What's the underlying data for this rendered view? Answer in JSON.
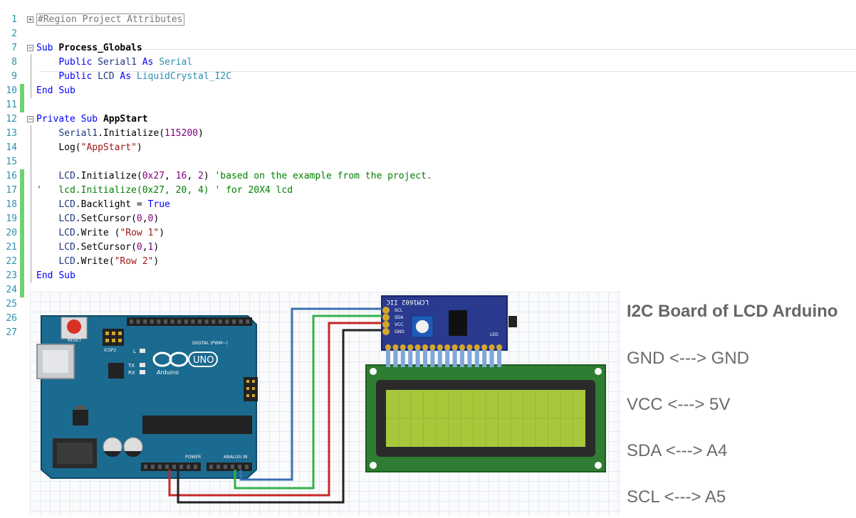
{
  "editor": {
    "lines": [
      {
        "n": "1"
      },
      {
        "n": "2"
      },
      {
        "n": "7"
      },
      {
        "n": "8"
      },
      {
        "n": "9"
      },
      {
        "n": "10"
      },
      {
        "n": "11"
      },
      {
        "n": "12"
      },
      {
        "n": "13"
      },
      {
        "n": "14"
      },
      {
        "n": "15"
      },
      {
        "n": "16"
      },
      {
        "n": "17"
      },
      {
        "n": "18"
      },
      {
        "n": "19"
      },
      {
        "n": "20"
      },
      {
        "n": "21"
      },
      {
        "n": "22"
      },
      {
        "n": "23"
      },
      {
        "n": "24"
      },
      {
        "n": "25"
      },
      {
        "n": "26"
      },
      {
        "n": "27"
      }
    ],
    "region_label": "#Region Project Attributes",
    "kw_sub": "Sub",
    "kw_end": "End",
    "kw_public": "Public",
    "kw_private": "Private",
    "kw_as": "As",
    "proc_globals": "Process_Globals",
    "proc_appstart": "AppStart",
    "var_serial1": "Serial1",
    "type_serial": "Serial",
    "var_lcd": "LCD",
    "type_lcd": "LiquidCrystal_I2C",
    "l14_obj": "Serial1",
    "l14_call": ".Initialize(",
    "l14_num": "115200",
    "l14_close": ")",
    "l15_call": "Log(",
    "l15_str": "\"AppStart\"",
    "l15_close": ")",
    "l17_obj": "LCD",
    "l17_call": ".Initialize(",
    "l17_num1": "0x27",
    "l17_sep1": ", ",
    "l17_num2": "16",
    "l17_sep2": ", ",
    "l17_num3": "2",
    "l17_close": ") ",
    "l17_comment": "'based on the example from the project.",
    "l18_comment": "'   lcd.Initialize(0x27, 20, 4) ' for 20X4 lcd",
    "l19_obj": "LCD",
    "l19_rest": ".Backlight = ",
    "l19_kw": "True",
    "l20_obj": "LCD",
    "l20_call": ".SetCursor(",
    "l20_a": "0",
    "l20_sep": ",",
    "l20_b": "0",
    "l20_close": ")",
    "l21_obj": "LCD",
    "l21_call": ".Write (",
    "l21_str": "\"Row 1\"",
    "l21_close": ")",
    "l22_obj": "LCD",
    "l22_call": ".SetCursor(",
    "l22_a": "0",
    "l22_sep": ",",
    "l22_b": "1",
    "l22_close": ")",
    "l23_obj": "LCD",
    "l23_call": ".Write(",
    "l23_str": "\"Row 2\"",
    "l23_close": ")"
  },
  "diagram": {
    "arduino_board": "UNO",
    "arduino_brand": "Arduino",
    "arduino_reset": "RESET",
    "arduino_icsp": "ICSP2",
    "arduino_digital": "DIGITAL (PWM~)",
    "arduino_power": "POWER",
    "arduino_analog": "ANALOG IN",
    "arduino_led_l": "L",
    "arduino_led_tx": "TX",
    "arduino_led_rx": "RX",
    "module_label": "LCM1602 IIC",
    "pin_scl": "SCL",
    "pin_sda": "SDA",
    "pin_vcc": "VCC",
    "pin_gnd": "GND",
    "led_label": "LED"
  },
  "notes": {
    "title": "I2C Board of LCD Arduino",
    "map": [
      "GND <---> GND",
      "VCC <---> 5V",
      "SDA <---> A4",
      "SCL <---> A5"
    ]
  },
  "colors": {
    "wire_blue": "#3a6fb5",
    "wire_green": "#33b24a",
    "wire_red": "#c62828",
    "wire_black": "#222222",
    "board": "#1b6a8f",
    "module": "#2a3a8f",
    "lcd_frame": "#2e7d32",
    "lcd_screen": "#a8c83c"
  }
}
